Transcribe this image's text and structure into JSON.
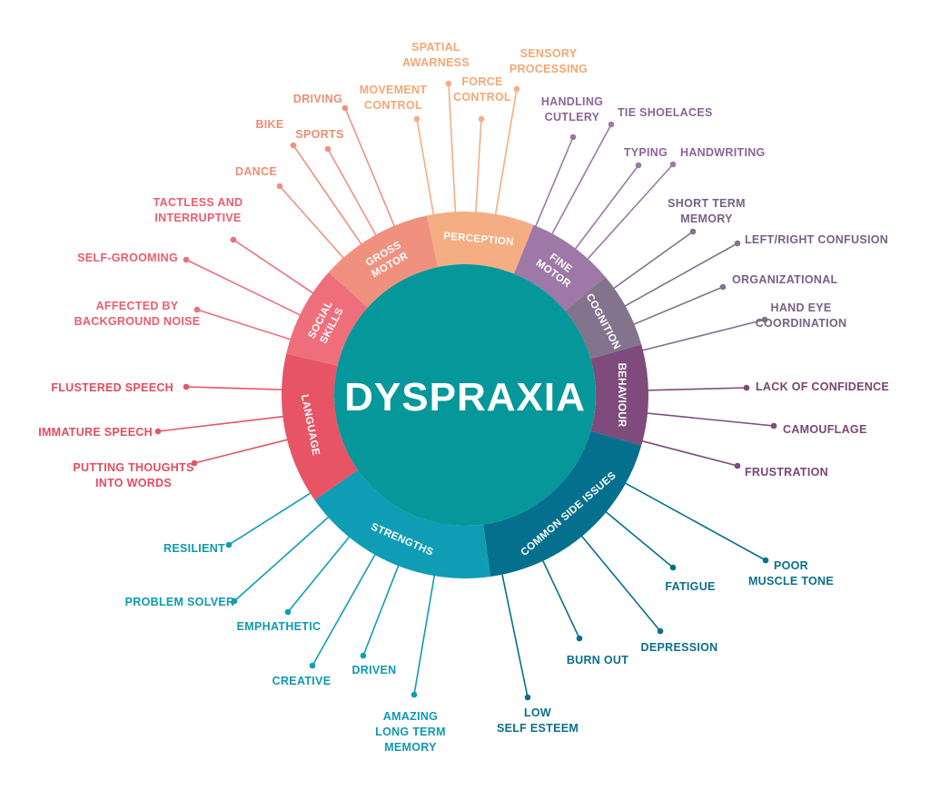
{
  "title": "DYSPRAXIA",
  "categories": [
    {
      "id": "perception",
      "lines": [
        "PERCEPTION"
      ],
      "color": "#f5ad84",
      "items": [
        [
          "SPATIAL",
          "AWARNESS"
        ],
        [
          "FORCE",
          "CONTROL"
        ],
        [
          "SENSORY",
          "PROCESSING"
        ],
        [
          "MOVEMENT",
          "CONTROL"
        ]
      ]
    },
    {
      "id": "fine-motor",
      "lines": [
        "FINE",
        "MOTOR"
      ],
      "color": "#9e78a6",
      "items": [
        [
          "HANDLING",
          "CUTLERY"
        ],
        [
          "TIE SHOELACES"
        ],
        [
          "TYPING"
        ],
        [
          "HANDWRITING"
        ]
      ]
    },
    {
      "id": "cognition",
      "lines": [
        "COGNITION"
      ],
      "color": "#84738c",
      "items": [
        [
          "SHORT TERM",
          "MEMORY"
        ],
        [
          "LEFT/RIGHT CONFUSION"
        ],
        [
          "ORGANIZATIONAL"
        ],
        [
          "HAND EYE",
          "COORDINATION"
        ]
      ]
    },
    {
      "id": "behaviour",
      "lines": [
        "BEHAVIOUR"
      ],
      "color": "#7e4b7c",
      "items": [
        [
          "LACK OF CONFIDENCE"
        ],
        [
          "CAMOUFLAGE"
        ],
        [
          "FRUSTRATION"
        ]
      ]
    },
    {
      "id": "common-side-issues",
      "lines": [
        "COMMON SIDE ISSUES"
      ],
      "color": "#04708d",
      "items": [
        [
          "POOR",
          "MUSCLE TONE"
        ],
        [
          "FATIGUE"
        ],
        [
          "DEPRESSION"
        ],
        [
          "BURN OUT"
        ],
        [
          "LOW",
          "SELF ESTEEM"
        ]
      ]
    },
    {
      "id": "strengths",
      "lines": [
        "STRENGTHS"
      ],
      "color": "#0f9db6",
      "items": [
        [
          "AMAZING",
          "LONG TERM",
          "MEMORY"
        ],
        [
          "DRIVEN"
        ],
        [
          "CREATIVE"
        ],
        [
          "EMPHATHETIC"
        ],
        [
          "PROBLEM SOLVER"
        ],
        [
          "RESILIENT"
        ]
      ]
    },
    {
      "id": "language",
      "lines": [
        "LANGUAGE"
      ],
      "color": "#e75466",
      "items": [
        [
          "PUTTING THOUGHTS",
          "INTO WORDS"
        ],
        [
          "IMMATURE SPEECH"
        ],
        [
          "FLUSTERED SPEECH"
        ]
      ]
    },
    {
      "id": "social-skills",
      "lines": [
        "SOCIAL",
        "SKILLS"
      ],
      "color": "#ee6f7b",
      "items": [
        [
          "AFFECTED BY",
          "BACKGROUND NOISE"
        ],
        [
          "SELF-GROOMING"
        ],
        [
          "TACTLESS AND",
          "INTERRUPTIVE"
        ]
      ]
    },
    {
      "id": "gross-motor",
      "lines": [
        "GROSS",
        "MOTOR"
      ],
      "color": "#f09180",
      "items": [
        [
          "DANCE"
        ],
        [
          "BIKE"
        ],
        [
          "SPORTS"
        ],
        [
          "DRIVING"
        ]
      ]
    }
  ],
  "colors": {
    "center": "#06979a",
    "perception_label": "#f1a874",
    "gross_label": "#ef8d72",
    "social_label": "#ea5e6d",
    "language_label": "#e24c5e",
    "fine_label": "#8c649a",
    "cognition_label": "#7a5f86",
    "behaviour_label": "#7b4475",
    "side_label": "#0b6f8a",
    "strengths_label": "#0f99b0"
  }
}
